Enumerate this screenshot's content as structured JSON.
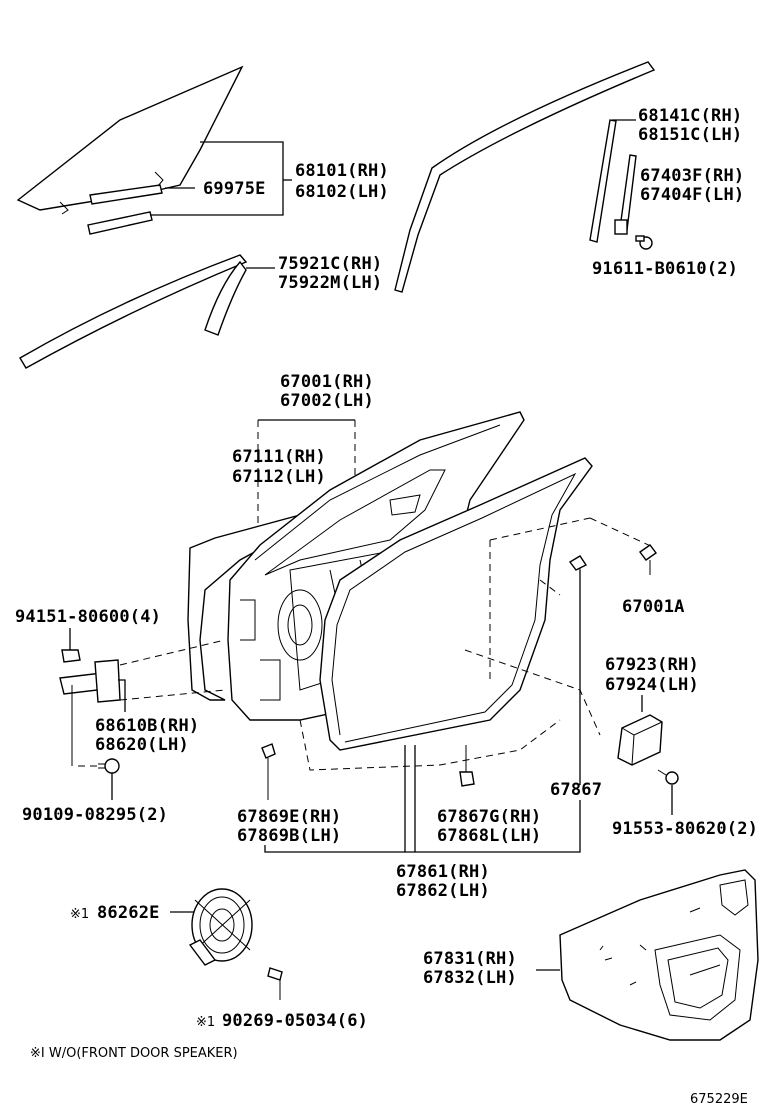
{
  "labels": {
    "p68101": "68101(RH)",
    "p68102": "68102(LH)",
    "p69975": "69975E",
    "p68141": "68141C(RH)",
    "p68151": "68151C(LH)",
    "p67403": "67403F(RH)",
    "p67404": "67404F(LH)",
    "p91611": "91611-B0610(2)",
    "p75921": "75921C(RH)",
    "p75922": "75922M(LH)",
    "p67001": "67001(RH)",
    "p67002": "67002(LH)",
    "p67111": "67111(RH)",
    "p67112": "67112(LH)",
    "p67001a": "67001A",
    "p94151": "94151-80600(4)",
    "p67923": "67923(RH)",
    "p67924": "67924(LH)",
    "p68610": "68610B(RH)",
    "p68620": "68620(LH)",
    "p67867": "67867",
    "p90109": "90109-08295(2)",
    "p67869e": "67869E(RH)",
    "p67869b": "67869B(LH)",
    "p67867g": "67867G(RH)",
    "p67868l": "67868L(LH)",
    "p91553": "91553-80620(2)",
    "p67861": "67861(RH)",
    "p67862": "67862(LH)",
    "p86262": "86262E",
    "p67831": "67831(RH)",
    "p67832": "67832(LH)",
    "p90269": "90269-05034(6)",
    "mark1": "※1",
    "mark2": "※1",
    "footnote": "※I W/O(FRONT DOOR SPEAKER)",
    "diagram_id": "675229E"
  }
}
